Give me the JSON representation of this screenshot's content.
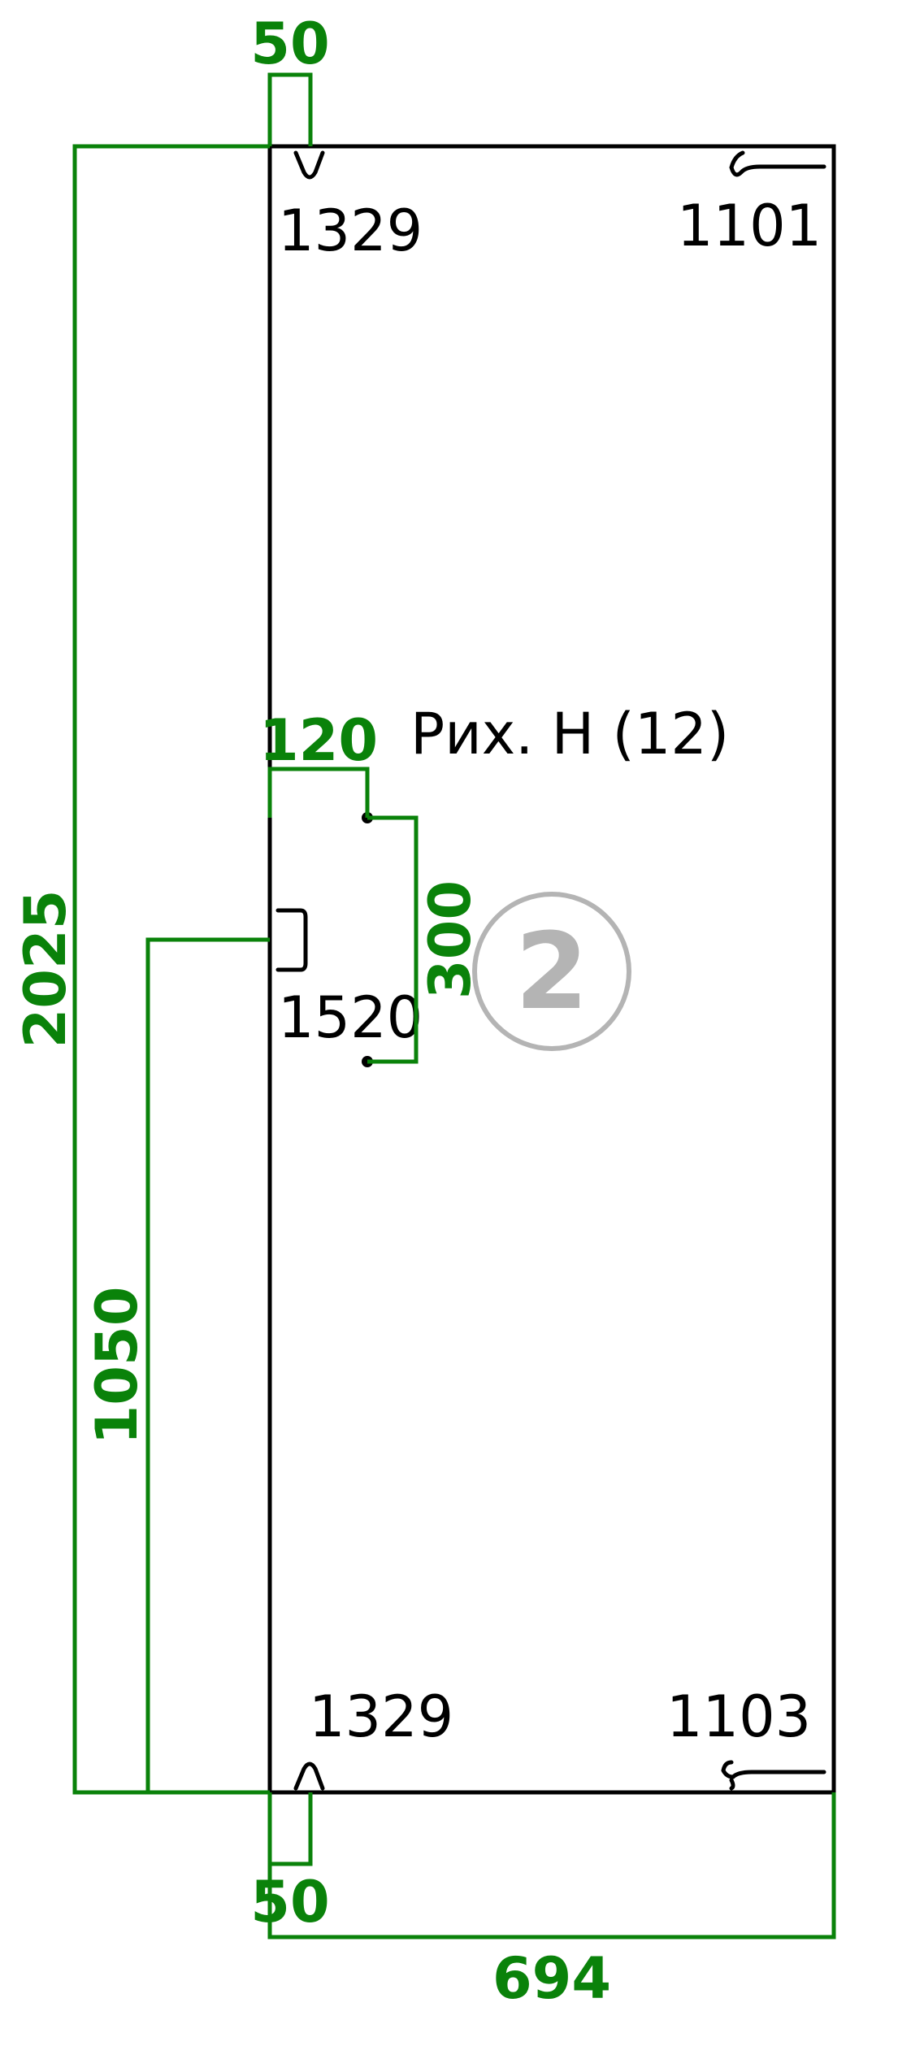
{
  "colors": {
    "dimension": "#0a820a",
    "outline": "#000000",
    "badge": "#b4b4b4",
    "background": "#ffffff"
  },
  "panel": {
    "title": "Рих. Н (12)",
    "badge_number": "2"
  },
  "hardware_labels": {
    "top_left": "1329",
    "top_right": "1101",
    "middle_left": "1520",
    "bottom_left": "1329",
    "bottom_right": "1103"
  },
  "dimensions": {
    "top_offset": "50",
    "height_total": "2025",
    "handle_offset": "120",
    "handle_length": "300",
    "handle_height": "1050",
    "bottom_offset": "50",
    "width_total": "694"
  }
}
